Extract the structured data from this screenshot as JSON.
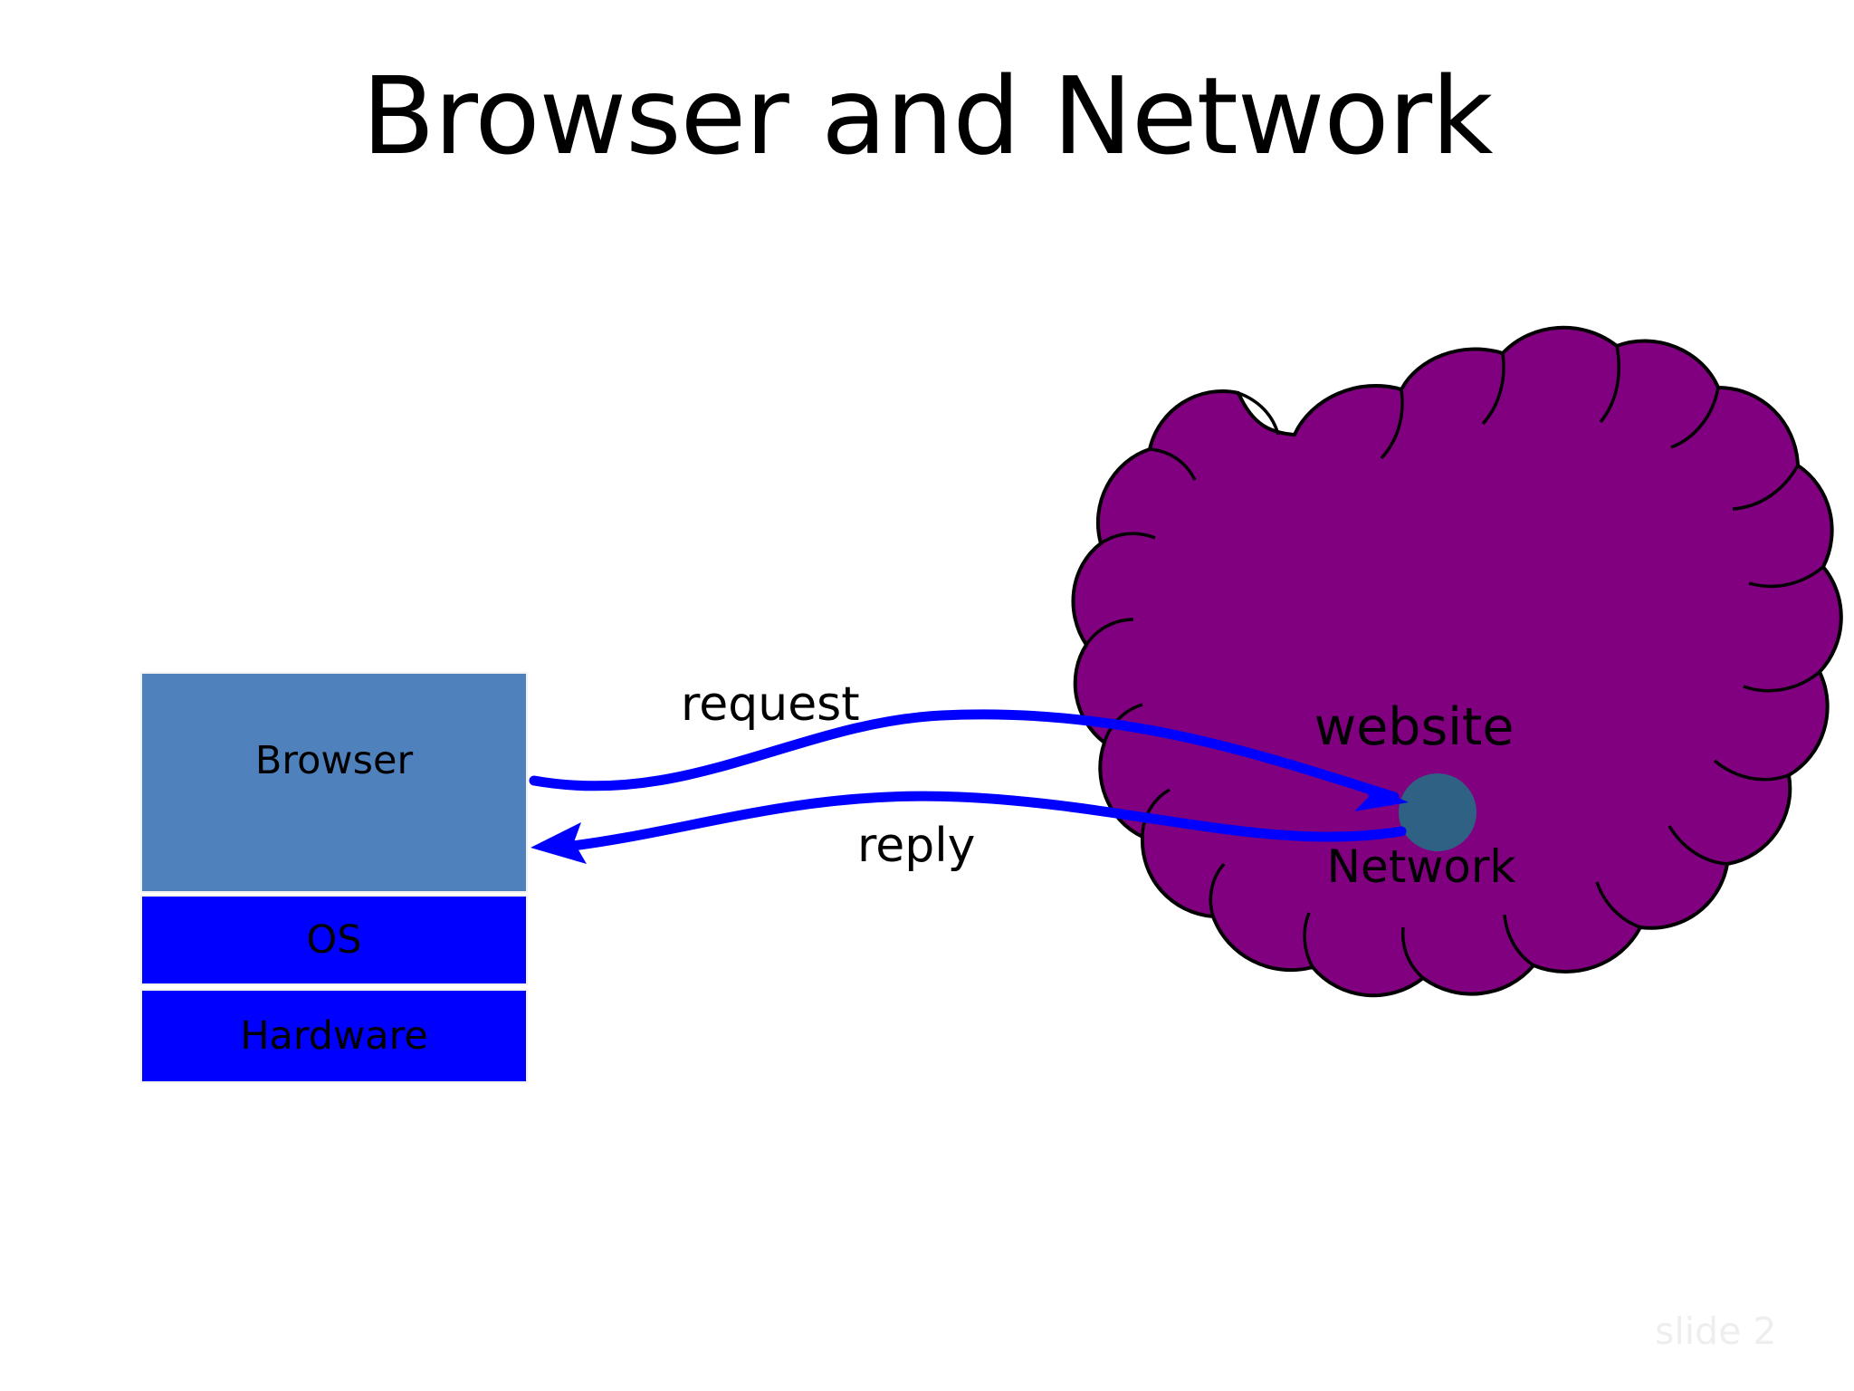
{
  "slide": {
    "title": "Browser and Network",
    "slide_number_label": "slide 2",
    "background_color": "#FFFFFF"
  },
  "stack": {
    "name": "client-machine-stack",
    "layers": [
      {
        "label": "Browser",
        "fill": "#4F81BD",
        "text_color": "#000000"
      },
      {
        "label": "OS",
        "fill": "#0000FF",
        "text_color": "#000000"
      },
      {
        "label": "Hardware",
        "fill": "#0000FF",
        "text_color": "#000000"
      }
    ]
  },
  "arrows": {
    "request": {
      "label": "request",
      "color": "#0000FF",
      "direction": "browser-to-website"
    },
    "reply": {
      "label": "reply",
      "color": "#0000FF",
      "direction": "website-to-browser"
    }
  },
  "cloud": {
    "name": "network-cloud",
    "fill": "#800080",
    "outline": "#000000",
    "website_label": "website",
    "network_label": "Network",
    "node_fill": "#2E6184",
    "node_outline": "#2E6184"
  }
}
